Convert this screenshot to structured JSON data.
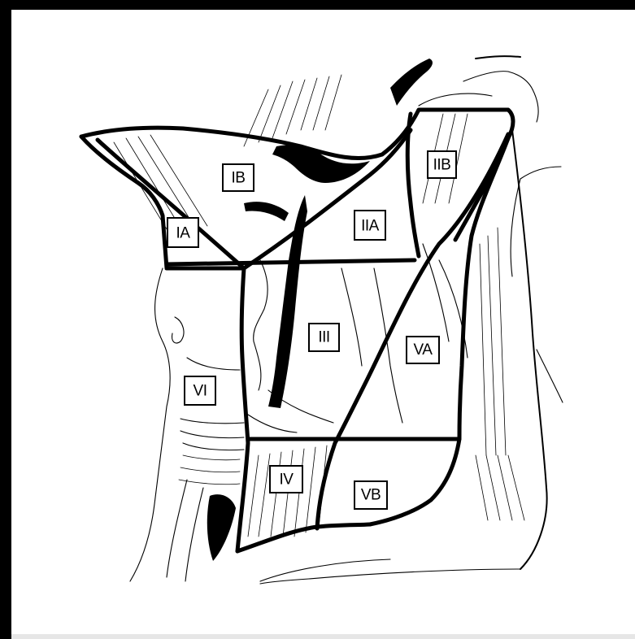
{
  "figure": {
    "subject": "neck-lymph-node-levels",
    "colors": {
      "background": "#ffffff",
      "ink": "#000000",
      "border": "#000000"
    }
  },
  "levels": {
    "IA": "IA",
    "IB": "IB",
    "IIA": "IIA",
    "IIB": "IIB",
    "III": "III",
    "IV": "IV",
    "VA": "VA",
    "VB": "VB",
    "VI": "VI"
  }
}
